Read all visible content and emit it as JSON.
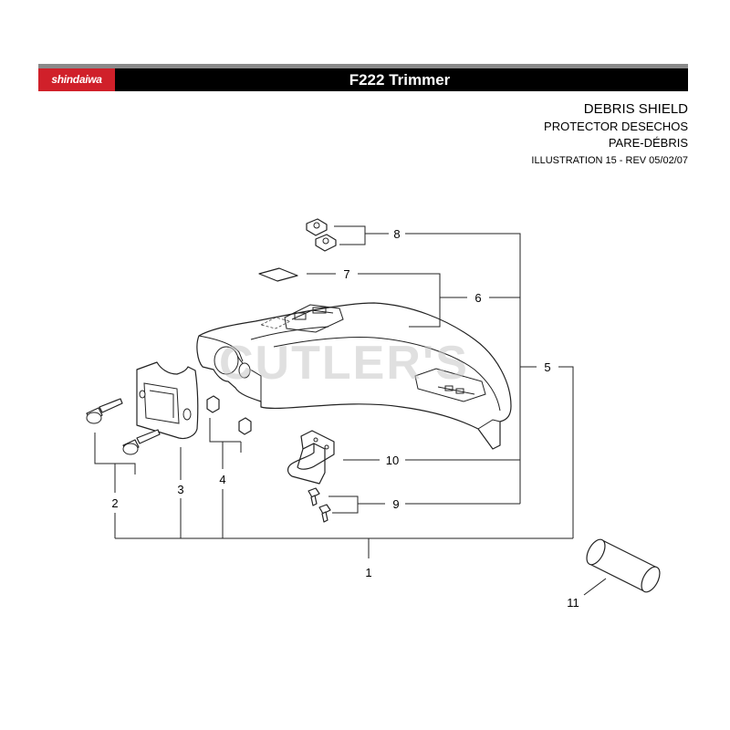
{
  "header": {
    "brand": "shindaiwa",
    "model_title": "F222 Trimmer",
    "colors": {
      "brand_red": "#d0202a",
      "band_black": "#000000",
      "band_grey": "#8a8a8a"
    }
  },
  "titles": {
    "english": "DEBRIS SHIELD",
    "spanish": "PROTECTOR DESECHOS",
    "french": "PARE-DÉBRIS",
    "illustration": "ILLUSTRATION 15 - REV 05/02/07"
  },
  "watermark": "CUTLER'S",
  "callouts": [
    "1",
    "2",
    "3",
    "4",
    "5",
    "6",
    "7",
    "8",
    "9",
    "10",
    "11"
  ]
}
